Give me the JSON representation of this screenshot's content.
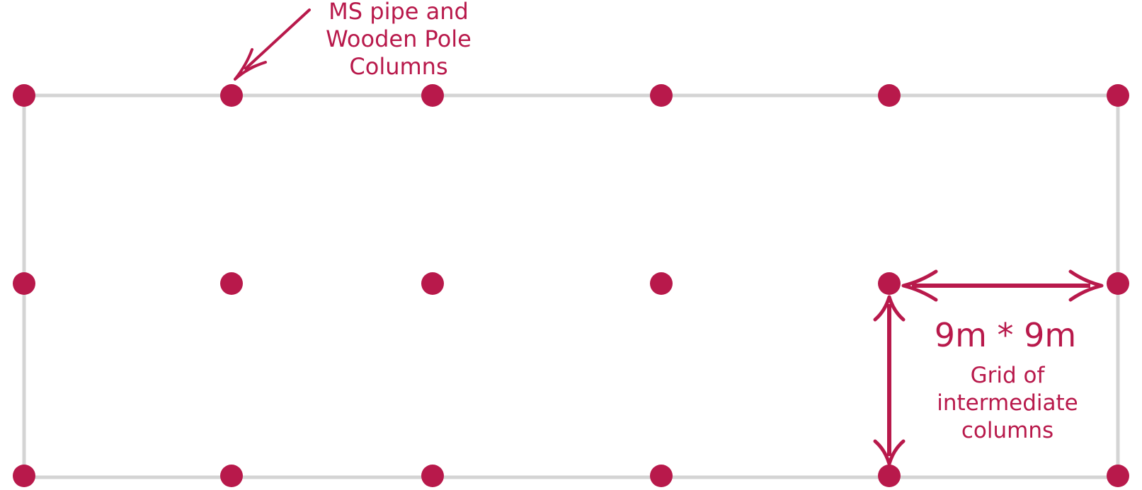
{
  "colors": {
    "accent": "#B8194B",
    "grid_line": "#D4D4D4",
    "background": "#FFFFFF"
  },
  "callout": {
    "lines": [
      "MS pipe and",
      "Wooden Pole",
      "Columns"
    ]
  },
  "dimension": {
    "title": "9m * 9m",
    "caption_lines": [
      "Grid of",
      "intermediate",
      "columns"
    ]
  }
}
